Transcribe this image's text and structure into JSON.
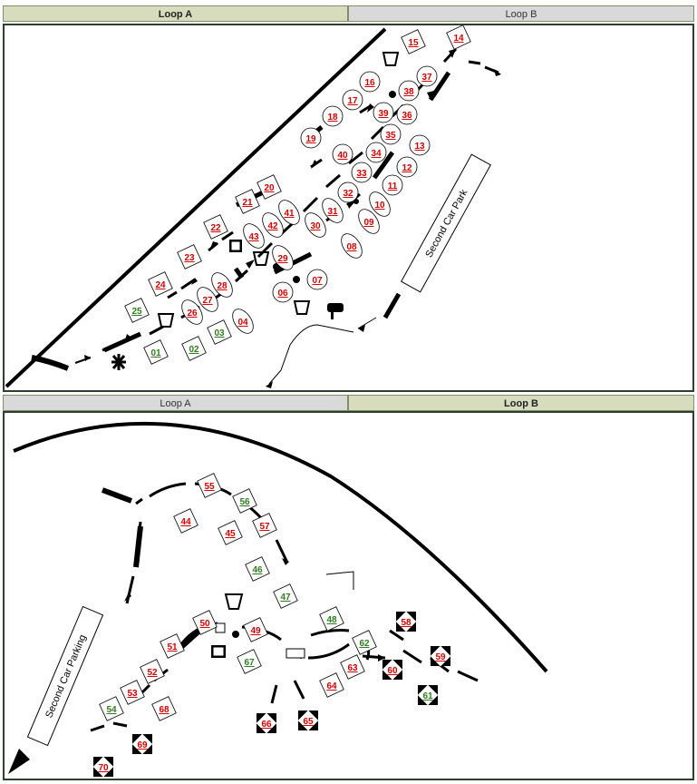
{
  "panelA": {
    "tabs": [
      {
        "label": "Loop A",
        "active": true
      },
      {
        "label": "Loop B",
        "active": false
      }
    ],
    "parking_label": "Second Car Park",
    "sites": [
      {
        "num": "15",
        "status": "reserved",
        "shape": "square"
      },
      {
        "num": "14",
        "status": "reserved",
        "shape": "square"
      },
      {
        "num": "16",
        "status": "reserved",
        "shape": "circle"
      },
      {
        "num": "37",
        "status": "reserved",
        "shape": "circle"
      },
      {
        "num": "38",
        "status": "reserved",
        "shape": "circle"
      },
      {
        "num": "17",
        "status": "reserved",
        "shape": "circle"
      },
      {
        "num": "39",
        "status": "reserved",
        "shape": "circle"
      },
      {
        "num": "36",
        "status": "reserved",
        "shape": "circle"
      },
      {
        "num": "18",
        "status": "reserved",
        "shape": "circle"
      },
      {
        "num": "35",
        "status": "reserved",
        "shape": "circle"
      },
      {
        "num": "19",
        "status": "reserved",
        "shape": "circle"
      },
      {
        "num": "13",
        "status": "reserved",
        "shape": "circle"
      },
      {
        "num": "40",
        "status": "reserved",
        "shape": "circle"
      },
      {
        "num": "34",
        "status": "reserved",
        "shape": "circle"
      },
      {
        "num": "12",
        "status": "reserved",
        "shape": "circle"
      },
      {
        "num": "33",
        "status": "reserved",
        "shape": "circle"
      },
      {
        "num": "11",
        "status": "reserved",
        "shape": "circle"
      },
      {
        "num": "20",
        "status": "reserved",
        "shape": "square"
      },
      {
        "num": "32",
        "status": "reserved",
        "shape": "circle"
      },
      {
        "num": "21",
        "status": "reserved",
        "shape": "square"
      },
      {
        "num": "41",
        "status": "reserved",
        "shape": "ellipse"
      },
      {
        "num": "10",
        "status": "reserved",
        "shape": "ellipse"
      },
      {
        "num": "31",
        "status": "reserved",
        "shape": "ellipse"
      },
      {
        "num": "09",
        "status": "reserved",
        "shape": "ellipse"
      },
      {
        "num": "42",
        "status": "reserved",
        "shape": "ellipse"
      },
      {
        "num": "30",
        "status": "reserved",
        "shape": "ellipse"
      },
      {
        "num": "22",
        "status": "reserved",
        "shape": "square"
      },
      {
        "num": "43",
        "status": "reserved",
        "shape": "ellipse"
      },
      {
        "num": "08",
        "status": "reserved",
        "shape": "ellipse"
      },
      {
        "num": "23",
        "status": "reserved",
        "shape": "square"
      },
      {
        "num": "29",
        "status": "reserved",
        "shape": "ellipse"
      },
      {
        "num": "07",
        "status": "reserved",
        "shape": "circle"
      },
      {
        "num": "24",
        "status": "reserved",
        "shape": "square"
      },
      {
        "num": "28",
        "status": "reserved",
        "shape": "ellipse"
      },
      {
        "num": "06",
        "status": "reserved",
        "shape": "circle"
      },
      {
        "num": "27",
        "status": "reserved",
        "shape": "ellipse"
      },
      {
        "num": "25",
        "status": "available",
        "shape": "square"
      },
      {
        "num": "26",
        "status": "reserved",
        "shape": "ellipse"
      },
      {
        "num": "04",
        "status": "reserved",
        "shape": "ellipse"
      },
      {
        "num": "03",
        "status": "available",
        "shape": "square"
      },
      {
        "num": "02",
        "status": "available",
        "shape": "square"
      },
      {
        "num": "01",
        "status": "available",
        "shape": "square"
      }
    ]
  },
  "panelB": {
    "tabs": [
      {
        "label": "Loop A",
        "active": false
      },
      {
        "label": "Loop B",
        "active": true
      }
    ],
    "parking_label": "Second Car Parking",
    "sites": [
      {
        "num": "55",
        "status": "reserved",
        "shape": "square"
      },
      {
        "num": "56",
        "status": "available",
        "shape": "square"
      },
      {
        "num": "44",
        "status": "reserved",
        "shape": "square"
      },
      {
        "num": "57",
        "status": "reserved",
        "shape": "square"
      },
      {
        "num": "45",
        "status": "reserved",
        "shape": "square"
      },
      {
        "num": "46",
        "status": "available",
        "shape": "square"
      },
      {
        "num": "47",
        "status": "available",
        "shape": "square"
      },
      {
        "num": "50",
        "status": "reserved",
        "shape": "square"
      },
      {
        "num": "49",
        "status": "reserved",
        "shape": "square"
      },
      {
        "num": "48",
        "status": "available",
        "shape": "square"
      },
      {
        "num": "58",
        "status": "reserved",
        "shape": "dark"
      },
      {
        "num": "51",
        "status": "reserved",
        "shape": "square"
      },
      {
        "num": "62",
        "status": "available",
        "shape": "square"
      },
      {
        "num": "59",
        "status": "reserved",
        "shape": "dark"
      },
      {
        "num": "67",
        "status": "available",
        "shape": "square"
      },
      {
        "num": "52",
        "status": "reserved",
        "shape": "square"
      },
      {
        "num": "63",
        "status": "reserved",
        "shape": "square"
      },
      {
        "num": "60",
        "status": "reserved",
        "shape": "dark"
      },
      {
        "num": "64",
        "status": "reserved",
        "shape": "square"
      },
      {
        "num": "53",
        "status": "reserved",
        "shape": "square"
      },
      {
        "num": "61",
        "status": "available",
        "shape": "dark"
      },
      {
        "num": "54",
        "status": "available",
        "shape": "square"
      },
      {
        "num": "68",
        "status": "reserved",
        "shape": "square"
      },
      {
        "num": "66",
        "status": "reserved",
        "shape": "dark"
      },
      {
        "num": "65",
        "status": "reserved",
        "shape": "dark"
      },
      {
        "num": "69",
        "status": "reserved",
        "shape": "dark"
      },
      {
        "num": "70",
        "status": "reserved",
        "shape": "dark"
      }
    ]
  },
  "colors": {
    "reserved": "#d40000",
    "available": "#2e7d1e",
    "active_tab": "#d6dcbc",
    "inactive_tab": "#d9d9d9",
    "frame": "#2f3f2f"
  }
}
